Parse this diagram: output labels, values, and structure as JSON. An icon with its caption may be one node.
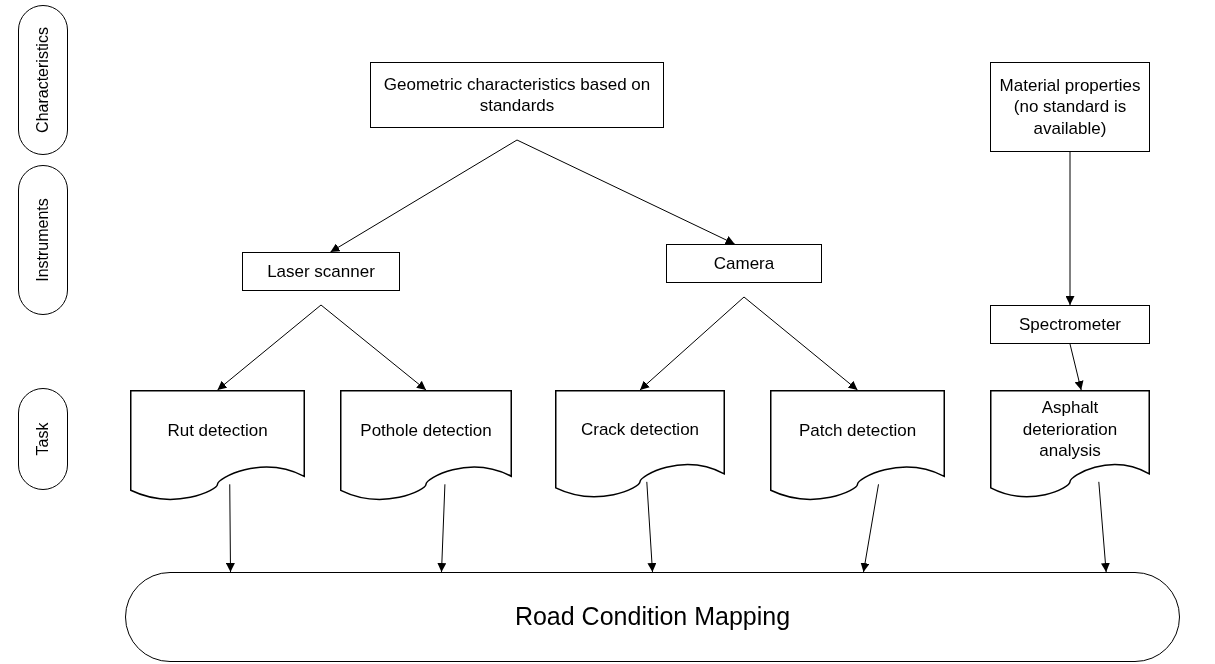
{
  "diagram": {
    "nodes": [
      {
        "text": [
          "Characteristics"
        ]
      },
      {
        "text": [
          "Instruments"
        ]
      },
      {
        "text": [
          "Task"
        ]
      },
      {
        "text": [
          "Geometric characteristics based on standards"
        ]
      },
      {
        "text": [
          "Material properties (no standard is available)"
        ]
      },
      {
        "text": [
          "Laser scanner"
        ]
      },
      {
        "text": [
          "Camera"
        ]
      },
      {
        "text": [
          "Spectrometer"
        ]
      },
      {
        "text": [
          "Rut detection"
        ]
      },
      {
        "text": [
          "Pothole detection"
        ]
      },
      {
        "text": [
          "Crack detection"
        ]
      },
      {
        "text": [
          "Patch detection"
        ]
      },
      {
        "text": [
          "Asphalt deterioration analysis"
        ]
      },
      {
        "text": [
          "Road Condition Mapping"
        ]
      }
    ],
    "edges": [
      {
        "from": 3,
        "to": 5,
        "arrow": "to"
      },
      {
        "from": 3,
        "to": 6,
        "arrow": "to"
      },
      {
        "from": 4,
        "to": 7,
        "arrow": "to"
      },
      {
        "from": 5,
        "to": 8,
        "arrow": "to"
      },
      {
        "from": 5,
        "to": 9,
        "arrow": "to"
      },
      {
        "from": 6,
        "to": 10,
        "arrow": "to"
      },
      {
        "from": 6,
        "to": 11,
        "arrow": "to"
      },
      {
        "from": 7,
        "to": 12,
        "arrow": "to"
      },
      {
        "from": 8,
        "to": 13,
        "arrow": "to"
      },
      {
        "from": 9,
        "to": 13,
        "arrow": "to"
      },
      {
        "from": 10,
        "to": 13,
        "arrow": "to"
      },
      {
        "from": 11,
        "to": 13,
        "arrow": "to"
      },
      {
        "from": 12,
        "to": 13,
        "arrow": "to"
      }
    ]
  }
}
